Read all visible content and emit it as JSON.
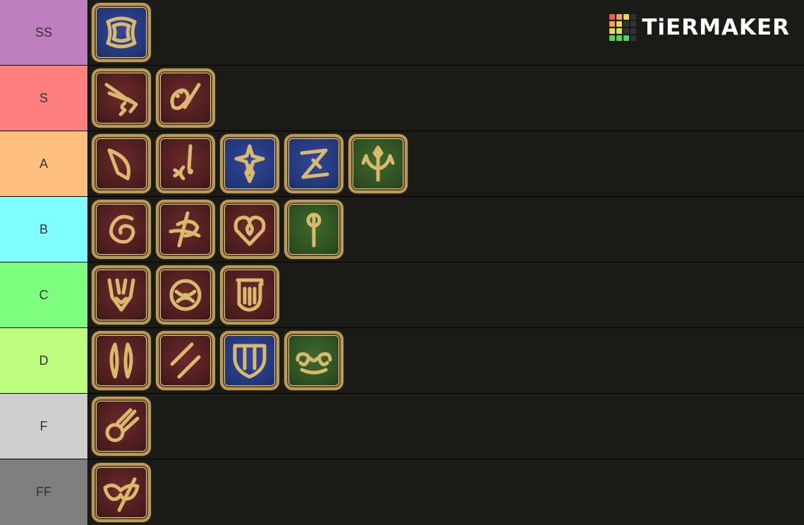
{
  "app": {
    "logo_text": "TiERMAKER"
  },
  "tiers": [
    {
      "label": "SS",
      "color": "#bf7fbf",
      "items": [
        {
          "icon": "ring-crest-icon",
          "bg": "blue"
        }
      ]
    },
    {
      "label": "S",
      "color": "#ff7f7f",
      "items": [
        {
          "icon": "gunblade-icon",
          "bg": "red"
        },
        {
          "icon": "palette-brush-icon",
          "bg": "red"
        }
      ]
    },
    {
      "label": "A",
      "color": "#ffbf7f",
      "items": [
        {
          "icon": "bow-icon",
          "bg": "red"
        },
        {
          "icon": "rapier-icon",
          "bg": "red"
        },
        {
          "icon": "star-crystal-icon",
          "bg": "blue"
        },
        {
          "icon": "sword-slash-icon",
          "bg": "blue"
        },
        {
          "icon": "trident-crest-icon",
          "bg": "green"
        }
      ]
    },
    {
      "label": "B",
      "color": "#7fffff",
      "items": [
        {
          "icon": "swirl-icon",
          "bg": "red"
        },
        {
          "icon": "scythe-icon",
          "bg": "red"
        },
        {
          "icon": "heart-gem-icon",
          "bg": "red"
        },
        {
          "icon": "staff-icon",
          "bg": "green"
        }
      ]
    },
    {
      "label": "C",
      "color": "#7fff7f",
      "items": [
        {
          "icon": "dragoon-helm-icon",
          "bg": "red"
        },
        {
          "icon": "chakram-icon",
          "bg": "red"
        },
        {
          "icon": "banner-icon",
          "bg": "red"
        }
      ]
    },
    {
      "label": "D",
      "color": "#bfff7f",
      "items": [
        {
          "icon": "twin-blades-icon",
          "bg": "red"
        },
        {
          "icon": "double-slash-icon",
          "bg": "red"
        },
        {
          "icon": "shield-icon",
          "bg": "blue"
        },
        {
          "icon": "scroll-icon",
          "bg": "green"
        }
      ]
    },
    {
      "label": "F",
      "color": "#cfcfcf",
      "items": [
        {
          "icon": "fireball-icon",
          "bg": "red"
        }
      ]
    },
    {
      "label": "FF",
      "color": "#7f7f7f",
      "items": [
        {
          "icon": "mask-icon",
          "bg": "red"
        }
      ]
    }
  ],
  "logo_colors": [
    "#f05f5f",
    "#f5a05a",
    "#f0d25a",
    "#333",
    "#f5a05a",
    "#f0d25a",
    "#333",
    "#333",
    "#f0d25a",
    "#c8e65a",
    "#333",
    "#333",
    "#5ad25a",
    "#5ad25a",
    "#5ad25a",
    "#333"
  ]
}
